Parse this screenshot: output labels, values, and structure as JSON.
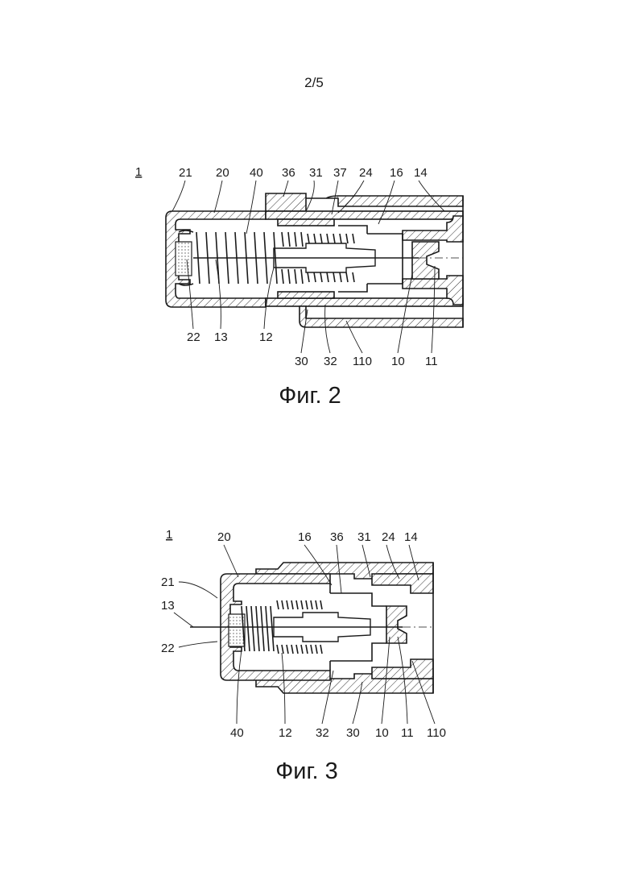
{
  "page_number": "2/5",
  "figures": [
    {
      "caption": "Фиг. 2",
      "ref": "1",
      "labels": {
        "l21": "21",
        "l20": "20",
        "l40": "40",
        "l36": "36",
        "l31": "31",
        "l37": "37",
        "l24": "24",
        "l16": "16",
        "l14": "14",
        "l22": "22",
        "l13": "13",
        "l12": "12",
        "l30": "30",
        "l32": "32",
        "l110": "110",
        "l10": "10",
        "l11": "11"
      }
    },
    {
      "caption": "Фиг. 3",
      "ref": "1",
      "labels": {
        "l20": "20",
        "l16": "16",
        "l36": "36",
        "l31": "31",
        "l24": "24",
        "l14": "14",
        "l21": "21",
        "l13": "13",
        "l22": "22",
        "l40": "40",
        "l12": "12",
        "l32": "32",
        "l30": "30",
        "l10": "10",
        "l11": "11",
        "l110": "110"
      }
    }
  ]
}
